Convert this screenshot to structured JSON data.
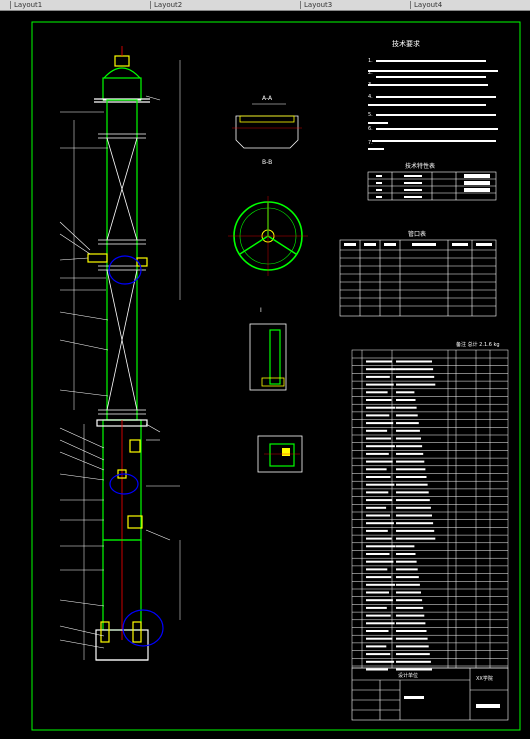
{
  "tabs": [
    {
      "label": "Layout1"
    },
    {
      "label": "Layout2"
    },
    {
      "label": "Layout3"
    },
    {
      "label": "Layout4"
    }
  ],
  "colors": {
    "background": "#000000",
    "frame": "#00ff00",
    "lines": "#ffffff",
    "detail": "#ffff00",
    "highlight": "#0000ff",
    "hatch": "#ff0000"
  },
  "notes": {
    "title": "技术要求",
    "items": [
      "1.",
      "2.",
      "3.",
      "4.",
      "5.",
      "6.",
      "7."
    ]
  },
  "spec_table": {
    "title": "技术特性表"
  },
  "nozzle_table": {
    "title": "管口表"
  },
  "parts_table": {
    "header": "备注 总计 2.1.6 kg"
  },
  "title_block": {
    "label": "设计单位",
    "school": "XX学院"
  },
  "section_labels": {
    "a": "A-A",
    "b": "B-B",
    "c": "I"
  }
}
